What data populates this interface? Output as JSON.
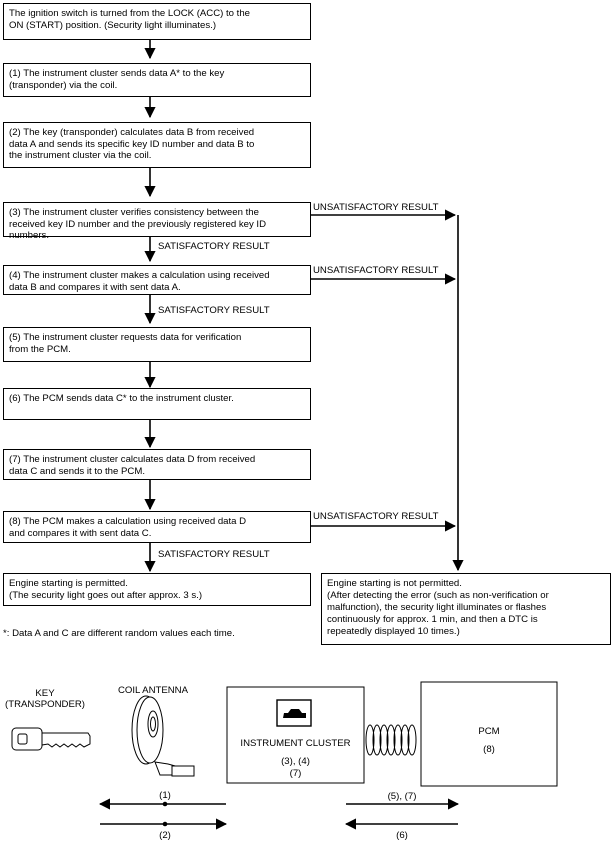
{
  "flow": {
    "start": "The ignition switch is turned from the LOCK (ACC) to the\nON (START) position. (Security light illuminates.)",
    "step1": "(1) The instrument cluster sends data A* to the key\n(transponder) via the coil.",
    "step2": "(2) The key (transponder) calculates data B from received\ndata A and sends its specific key ID number and data B to\nthe instrument cluster via the coil.",
    "step3": "(3) The instrument cluster verifies consistency between the\nreceived key ID number and the previously registered key ID numbers.",
    "step4": "(4) The instrument cluster makes a calculation using received\ndata B and compares it with sent data A.",
    "step5": "(5) The instrument cluster requests data for verification\nfrom the PCM.",
    "step6": "(6) The PCM sends data C* to the instrument cluster.",
    "step7": "(7) The instrument cluster calculates data D from received\ndata C and sends it to the PCM.",
    "step8": "(8) The PCM makes a calculation using received data D\nand compares it with sent data C.",
    "permitted": "Engine starting is permitted.\n(The security light goes out after approx. 3 s.)",
    "not_permitted": "Engine starting is not permitted.\n(After detecting the error (such as non-verification or\nmalfunction), the security light illuminates or flashes\ncontinuously for approx. 1 min, and then a DTC is\nrepeatedly displayed 10 times.)",
    "satisfactory": "SATISFACTORY RESULT",
    "unsatisfactory": "UNSATISFACTORY RESULT",
    "footnote": "*: Data A and C are different random values each time."
  },
  "components": {
    "key": "KEY\n(TRANSPONDER)",
    "coil": "COIL ANTENNA",
    "cluster": "INSTRUMENT CLUSTER",
    "cluster_steps": "(3), (4)\n(7)",
    "pcm": "PCM",
    "pcm_steps": "(8)",
    "arrow1": "(1)",
    "arrow2": "(2)",
    "arrow57": "(5), (7)",
    "arrow6": "(6)"
  }
}
